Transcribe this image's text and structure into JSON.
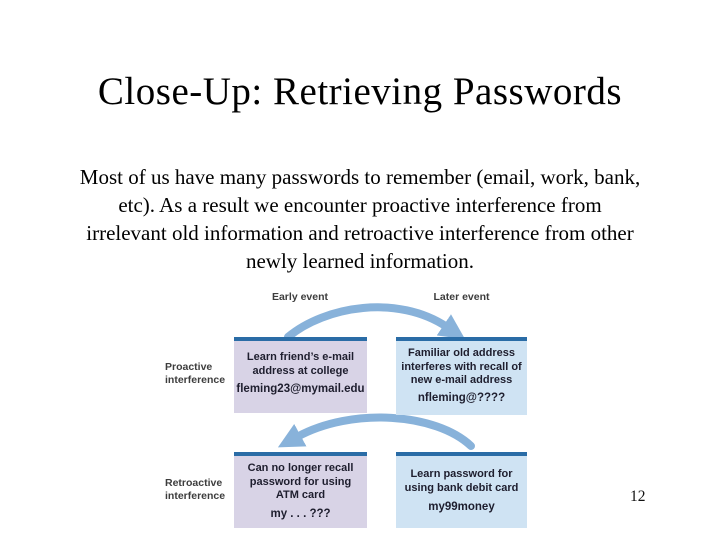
{
  "slide": {
    "title": "Close-Up: Retrieving Passwords",
    "body_lines": [
      "Most of us have many passwords to remember (email, work, bank,",
      "etc). As a result we encounter proactive interference from",
      "irrelevant old information and retroactive interference from other",
      "newly learned information."
    ],
    "page_number": "12"
  },
  "diagram": {
    "early_event_label": "Early event",
    "later_event_label": "Later event",
    "proactive_label_lines": [
      "Proactive",
      "interference"
    ],
    "retroactive_label_lines": [
      "Retroactive",
      "interference"
    ],
    "boxes": {
      "proactive_early": {
        "lines": [
          "Learn friend’s e-mail",
          "address at college"
        ],
        "detail": "fleming23@mymail.edu"
      },
      "proactive_later": {
        "lines": [
          "Familiar old address",
          "interferes with recall of",
          "new e-mail address"
        ],
        "detail": "nfleming@????"
      },
      "retroactive_early": {
        "lines": [
          "Can no longer recall",
          "password for using",
          "ATM card"
        ],
        "detail": "my . . . ???"
      },
      "retroactive_later": {
        "lines": [
          "Learn password for",
          "using bank debit card"
        ],
        "detail": "my99money"
      }
    },
    "colors": {
      "arrow": "#88b2da",
      "bar": "#2a6ca6",
      "lavender": "#d8d3e6",
      "lightblue": "#cfe3f3",
      "box_text": "#1e1e2e",
      "label_text": "#3d3d3d"
    }
  }
}
